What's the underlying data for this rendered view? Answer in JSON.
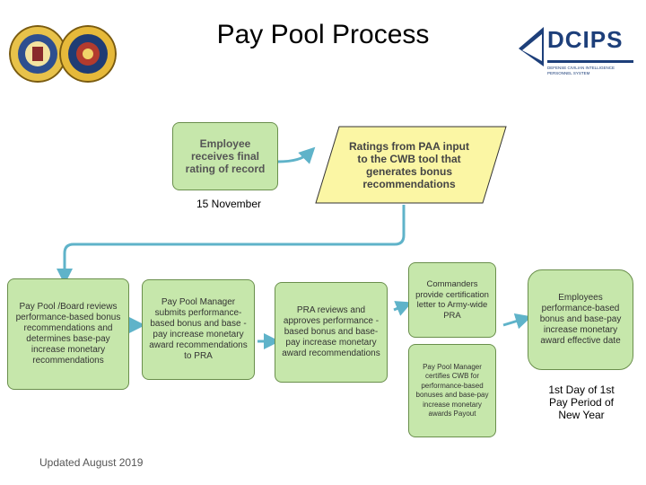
{
  "title": "Pay Pool Process",
  "logos": {
    "left_seal_1": "Department of the Army seal",
    "left_seal_2": "Defense intelligence seal",
    "right_logo_text": "DCIPS",
    "right_logo_subtext": "DEFENSE CIVILIAN INTELLIGENCE PERSONNEL SYSTEM"
  },
  "boxes": {
    "employee_rating": "Employee receives final rating of record",
    "ratings_paa": "Ratings from PAA input to the CWB tool that generates bonus recommendations",
    "pay_pool_board": "Pay Pool /Board reviews performance-based bonus recommendations and determines base-pay increase monetary recommendations",
    "pay_pool_manager_submits": "Pay Pool Manager submits performance-based bonus and base -pay increase monetary award recommendations to PRA",
    "pra_reviews": "PRA reviews and approves performance -based bonus and base-pay increase monetary award recommendations",
    "commanders": "Commanders provide certification letter to Army-wide PRA",
    "pay_pool_manager_certifies": "Pay Pool Manager certifies CWB for performance-based bonuses and base-pay increase monetary awards Payout",
    "employees_effective": "Employees performance-based bonus and base-pay increase monetary award effective date"
  },
  "dates": {
    "nov": "15 November",
    "pay_period": "1st Day of 1st Pay Period of New Year"
  },
  "footer": "Updated August 2019",
  "colors": {
    "green_box": "#c6e7ab",
    "yellow_box": "#fbf6a4",
    "arrow": "#5fb3c9"
  }
}
